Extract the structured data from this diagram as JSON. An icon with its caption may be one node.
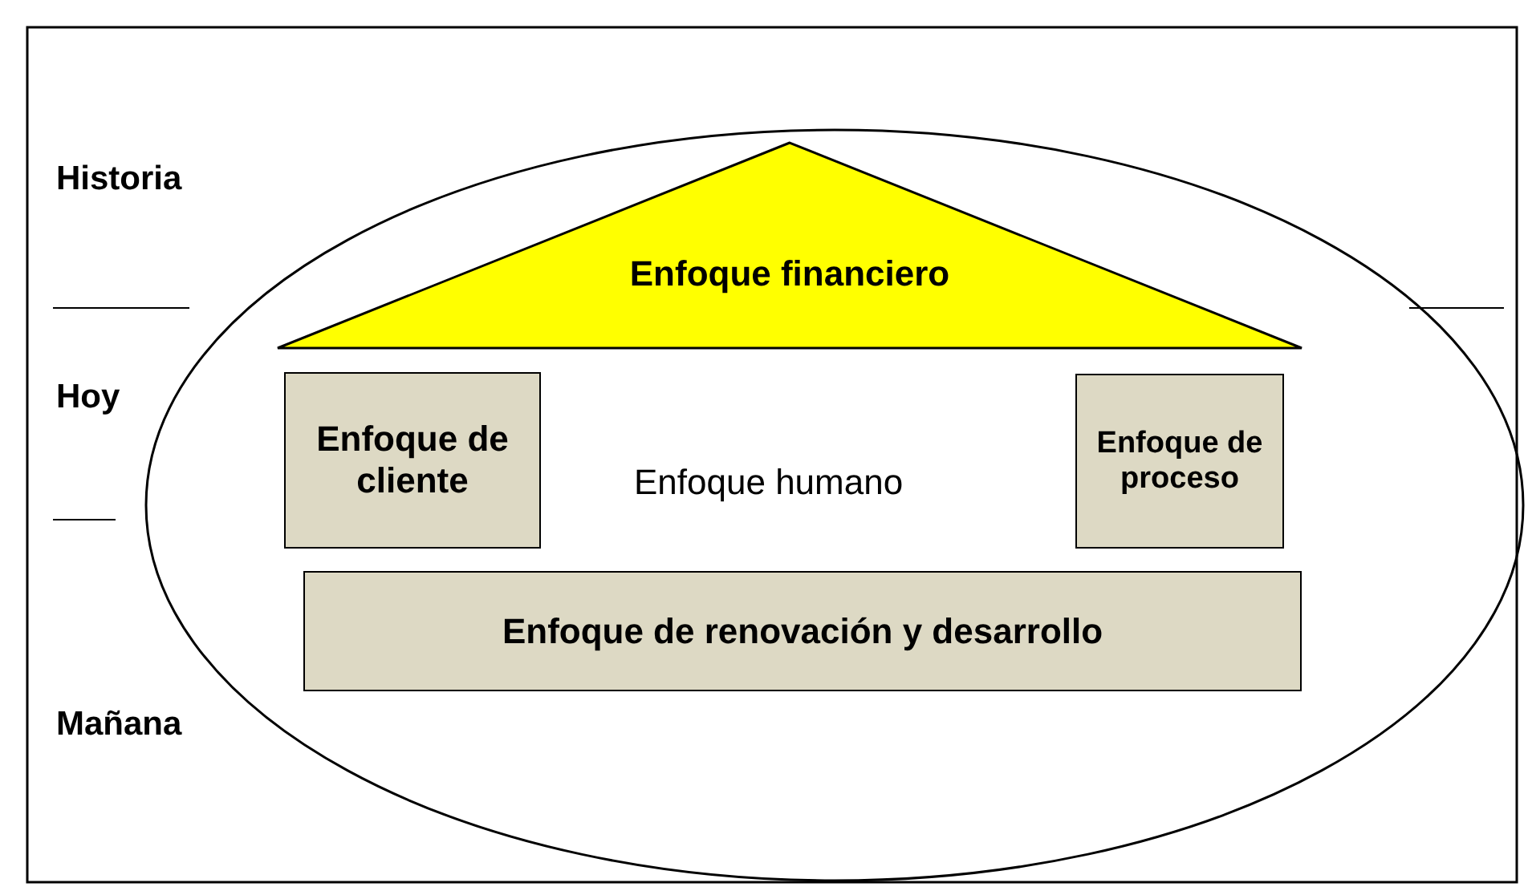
{
  "diagram": {
    "nodes": [
      {
        "text": [
          "Enfoque humano"
        ]
      },
      {
        "text": [
          "Enfoque financiero"
        ],
        "in": 0
      },
      {
        "text": [
          "Enfoque de cliente"
        ],
        "in": 0
      },
      {
        "text": [
          "Enfoque de proceso"
        ],
        "in": 0
      },
      {
        "text": [
          "Enfoque de renovación y desarrollo"
        ],
        "in": 0
      }
    ],
    "edges": [],
    "labels": [
      "Historia",
      "Hoy",
      "Mañana"
    ]
  }
}
